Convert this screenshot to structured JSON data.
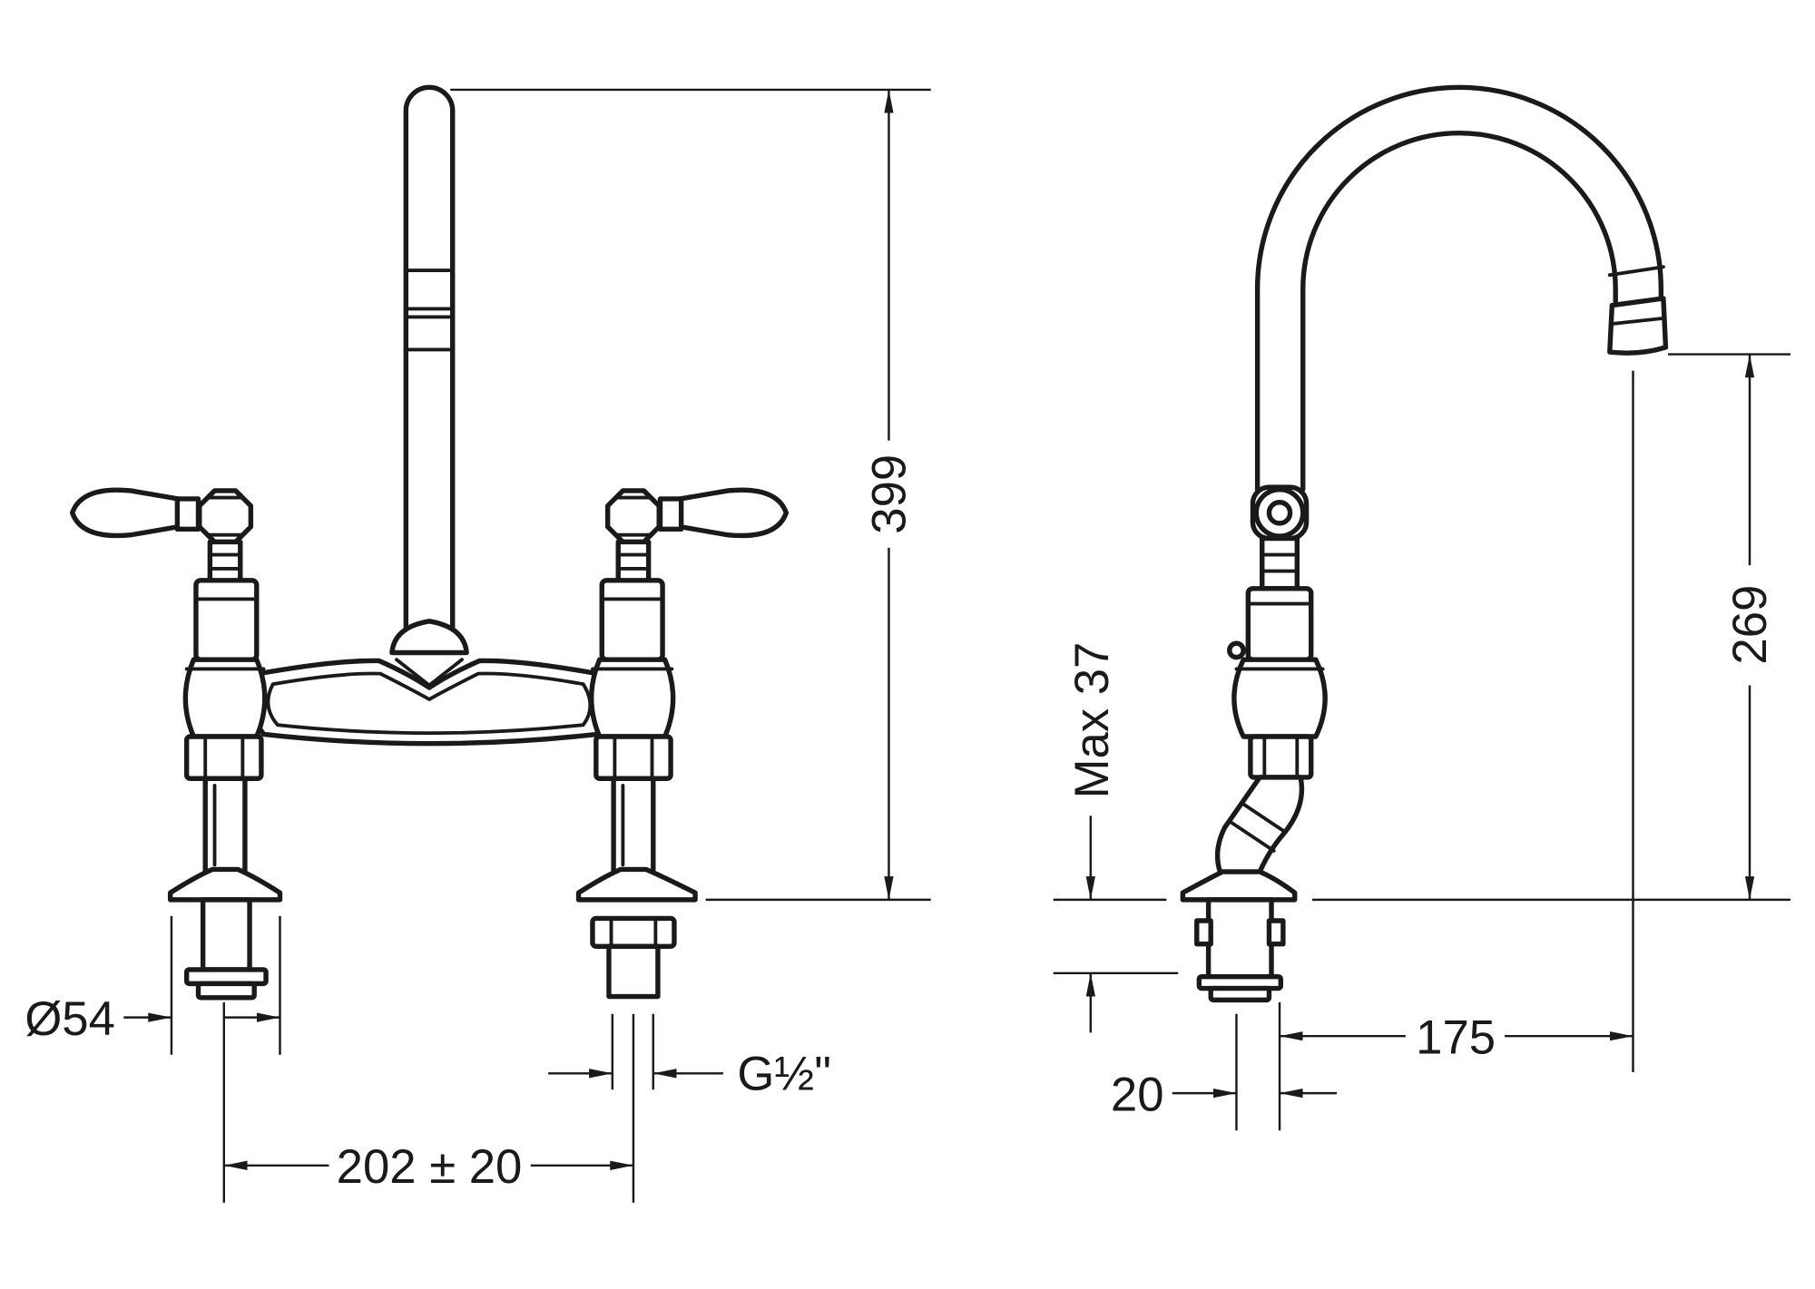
{
  "drawing": {
    "front_view": {
      "height_label": "399",
      "diameter_label": "Ø54",
      "thread_label": "G½\"",
      "centers_label": "202 ± 20"
    },
    "side_view": {
      "spout_height_label": "269",
      "deck_thickness_label": "Max 37",
      "reach_label": "175",
      "offset_label": "20"
    }
  },
  "colors": {
    "line": "#1a1a1a",
    "background": "#ffffff"
  }
}
